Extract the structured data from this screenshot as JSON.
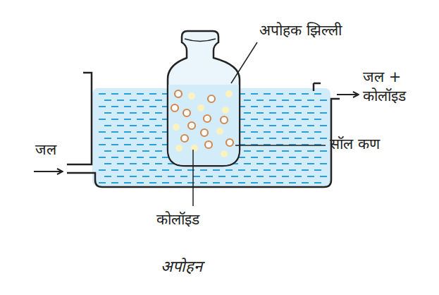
{
  "diagram": {
    "caption": "अपोहन",
    "labels": [
      "अपोहक झिल्ली",
      "जल + कोलॉइड",
      "सॉल कण",
      "जल",
      "कोलॉइड"
    ]
  }
}
